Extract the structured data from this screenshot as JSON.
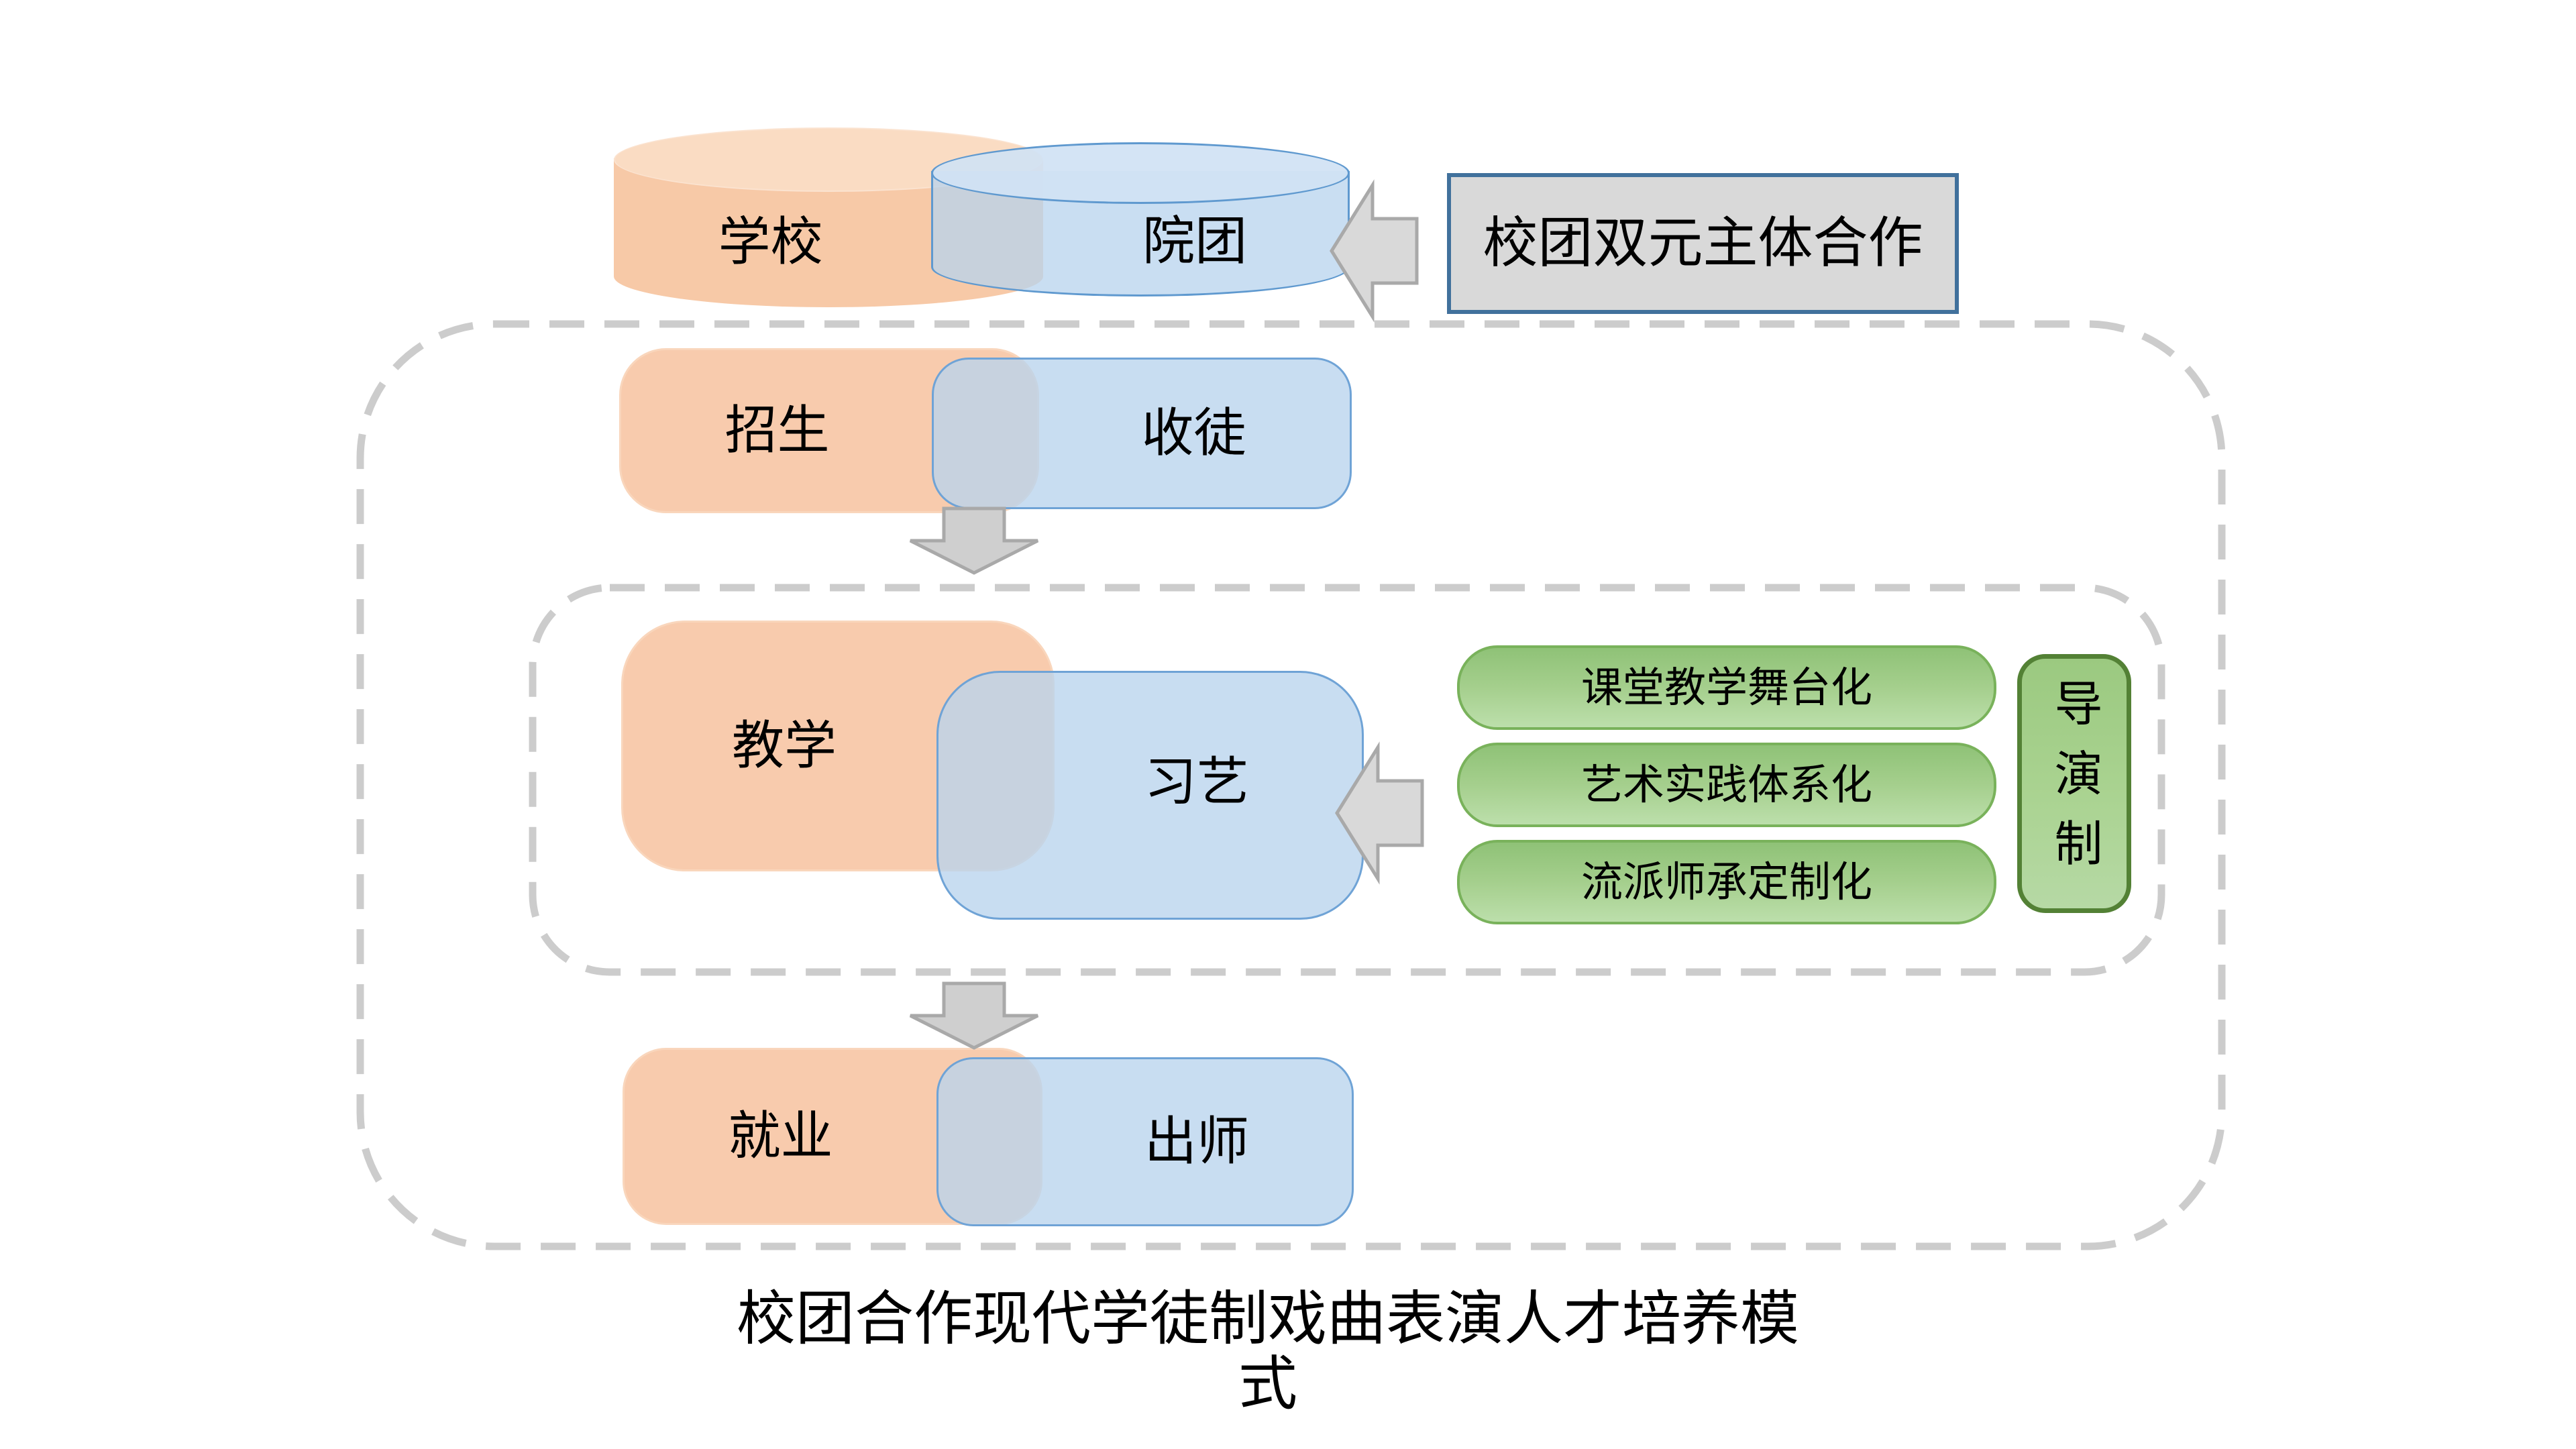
{
  "top": {
    "school_label": "学校",
    "troupe_label": "院团",
    "cooperation_label": "校团双元主体合作"
  },
  "stages": {
    "recruit": {
      "school_label": "招生",
      "troupe_label": "收徒"
    },
    "train": {
      "school_label": "教学",
      "troupe_label": "习艺"
    },
    "employ": {
      "school_label": "就业",
      "troupe_label": "出师"
    }
  },
  "methods": [
    "课堂教学舞台化",
    "艺术实践体系化",
    "流派师承定制化"
  ],
  "director_label": "导演制",
  "caption": "校团合作现代学徒制戏曲表演人才培养模式",
  "colors": {
    "school_fill": "#f8cbad",
    "school_top_fill": "#fadcc3",
    "troupe_fill": "#bdd7ee",
    "troupe_border": "#5b9bd5",
    "method_fill": "#a9d18e",
    "method_border": "#79b25b",
    "director_border": "#538135",
    "cooperation_fill": "#d9d9d9",
    "cooperation_border": "#41719c",
    "dashed_frame": "#cccccc",
    "arrow_fill": "#d9d9d9",
    "arrow_border": "#a9a9a9",
    "text": "#000000"
  }
}
